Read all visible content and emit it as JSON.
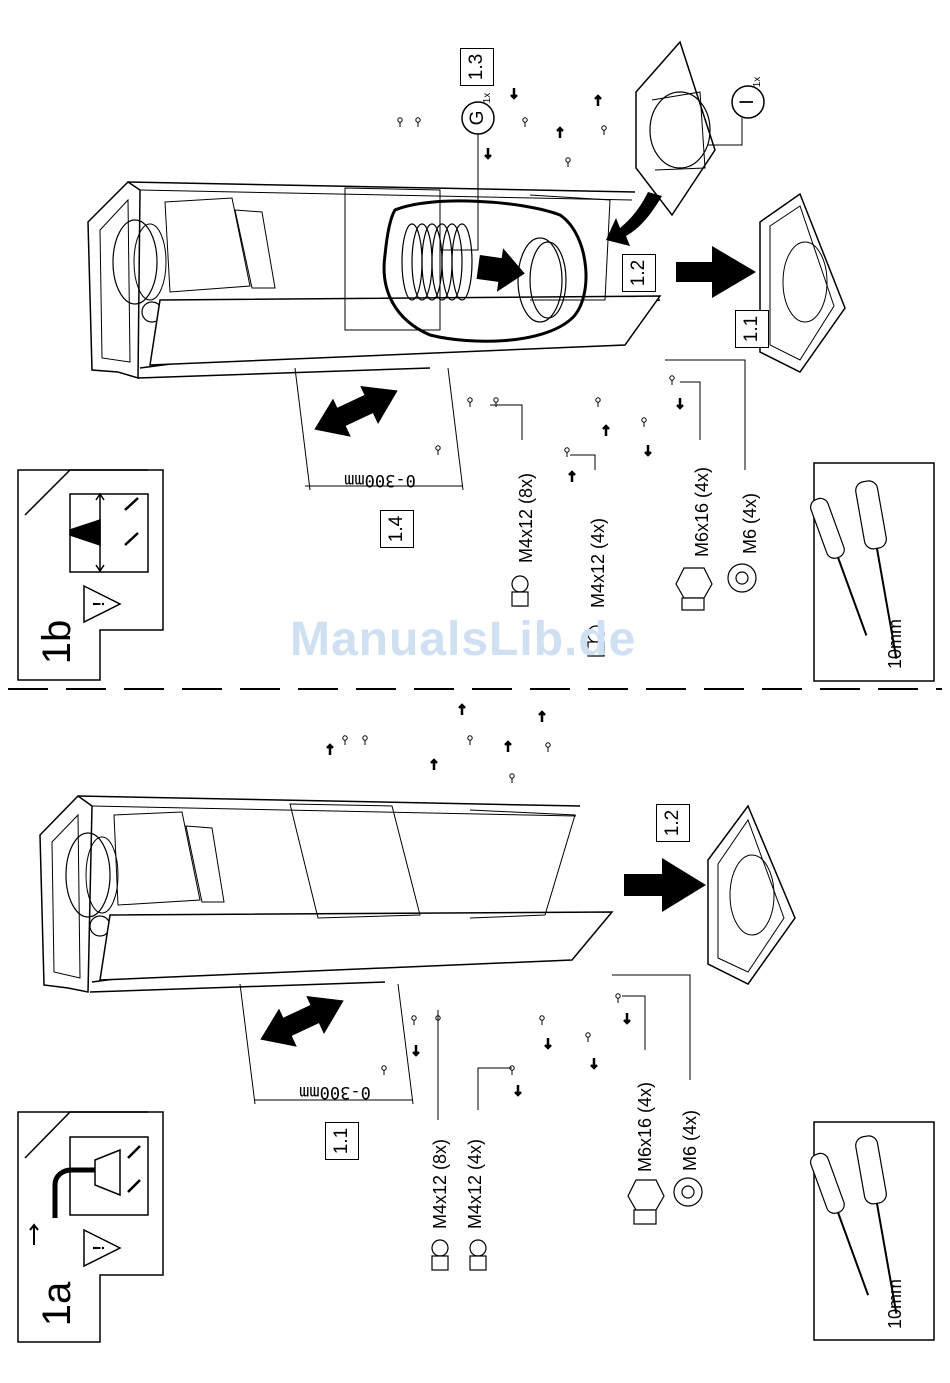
{
  "watermark": "ManualsLib.de",
  "panel_b": {
    "id": "1b",
    "steps": [
      "1.1",
      "1.2",
      "1.3",
      "1.4"
    ],
    "range": "0-300mm",
    "callout_g_letter": "G",
    "callout_g_qty": "1x",
    "callout_i_letter": "I",
    "callout_i_qty": "1x",
    "fasteners": [
      "M4x12 (8x)",
      "M4x12 (4x)",
      "M6x16 (4x)",
      "M6 (4x)"
    ],
    "tool_size": "10mm"
  },
  "panel_a": {
    "id": "1a",
    "steps": [
      "1.1",
      "1.2"
    ],
    "range": "0-300mm",
    "fasteners": [
      "M4x12 (8x)",
      "M4x12 (4x)",
      "M6x16 (4x)",
      "M6 (4x)"
    ],
    "tool_size": "10mm"
  }
}
